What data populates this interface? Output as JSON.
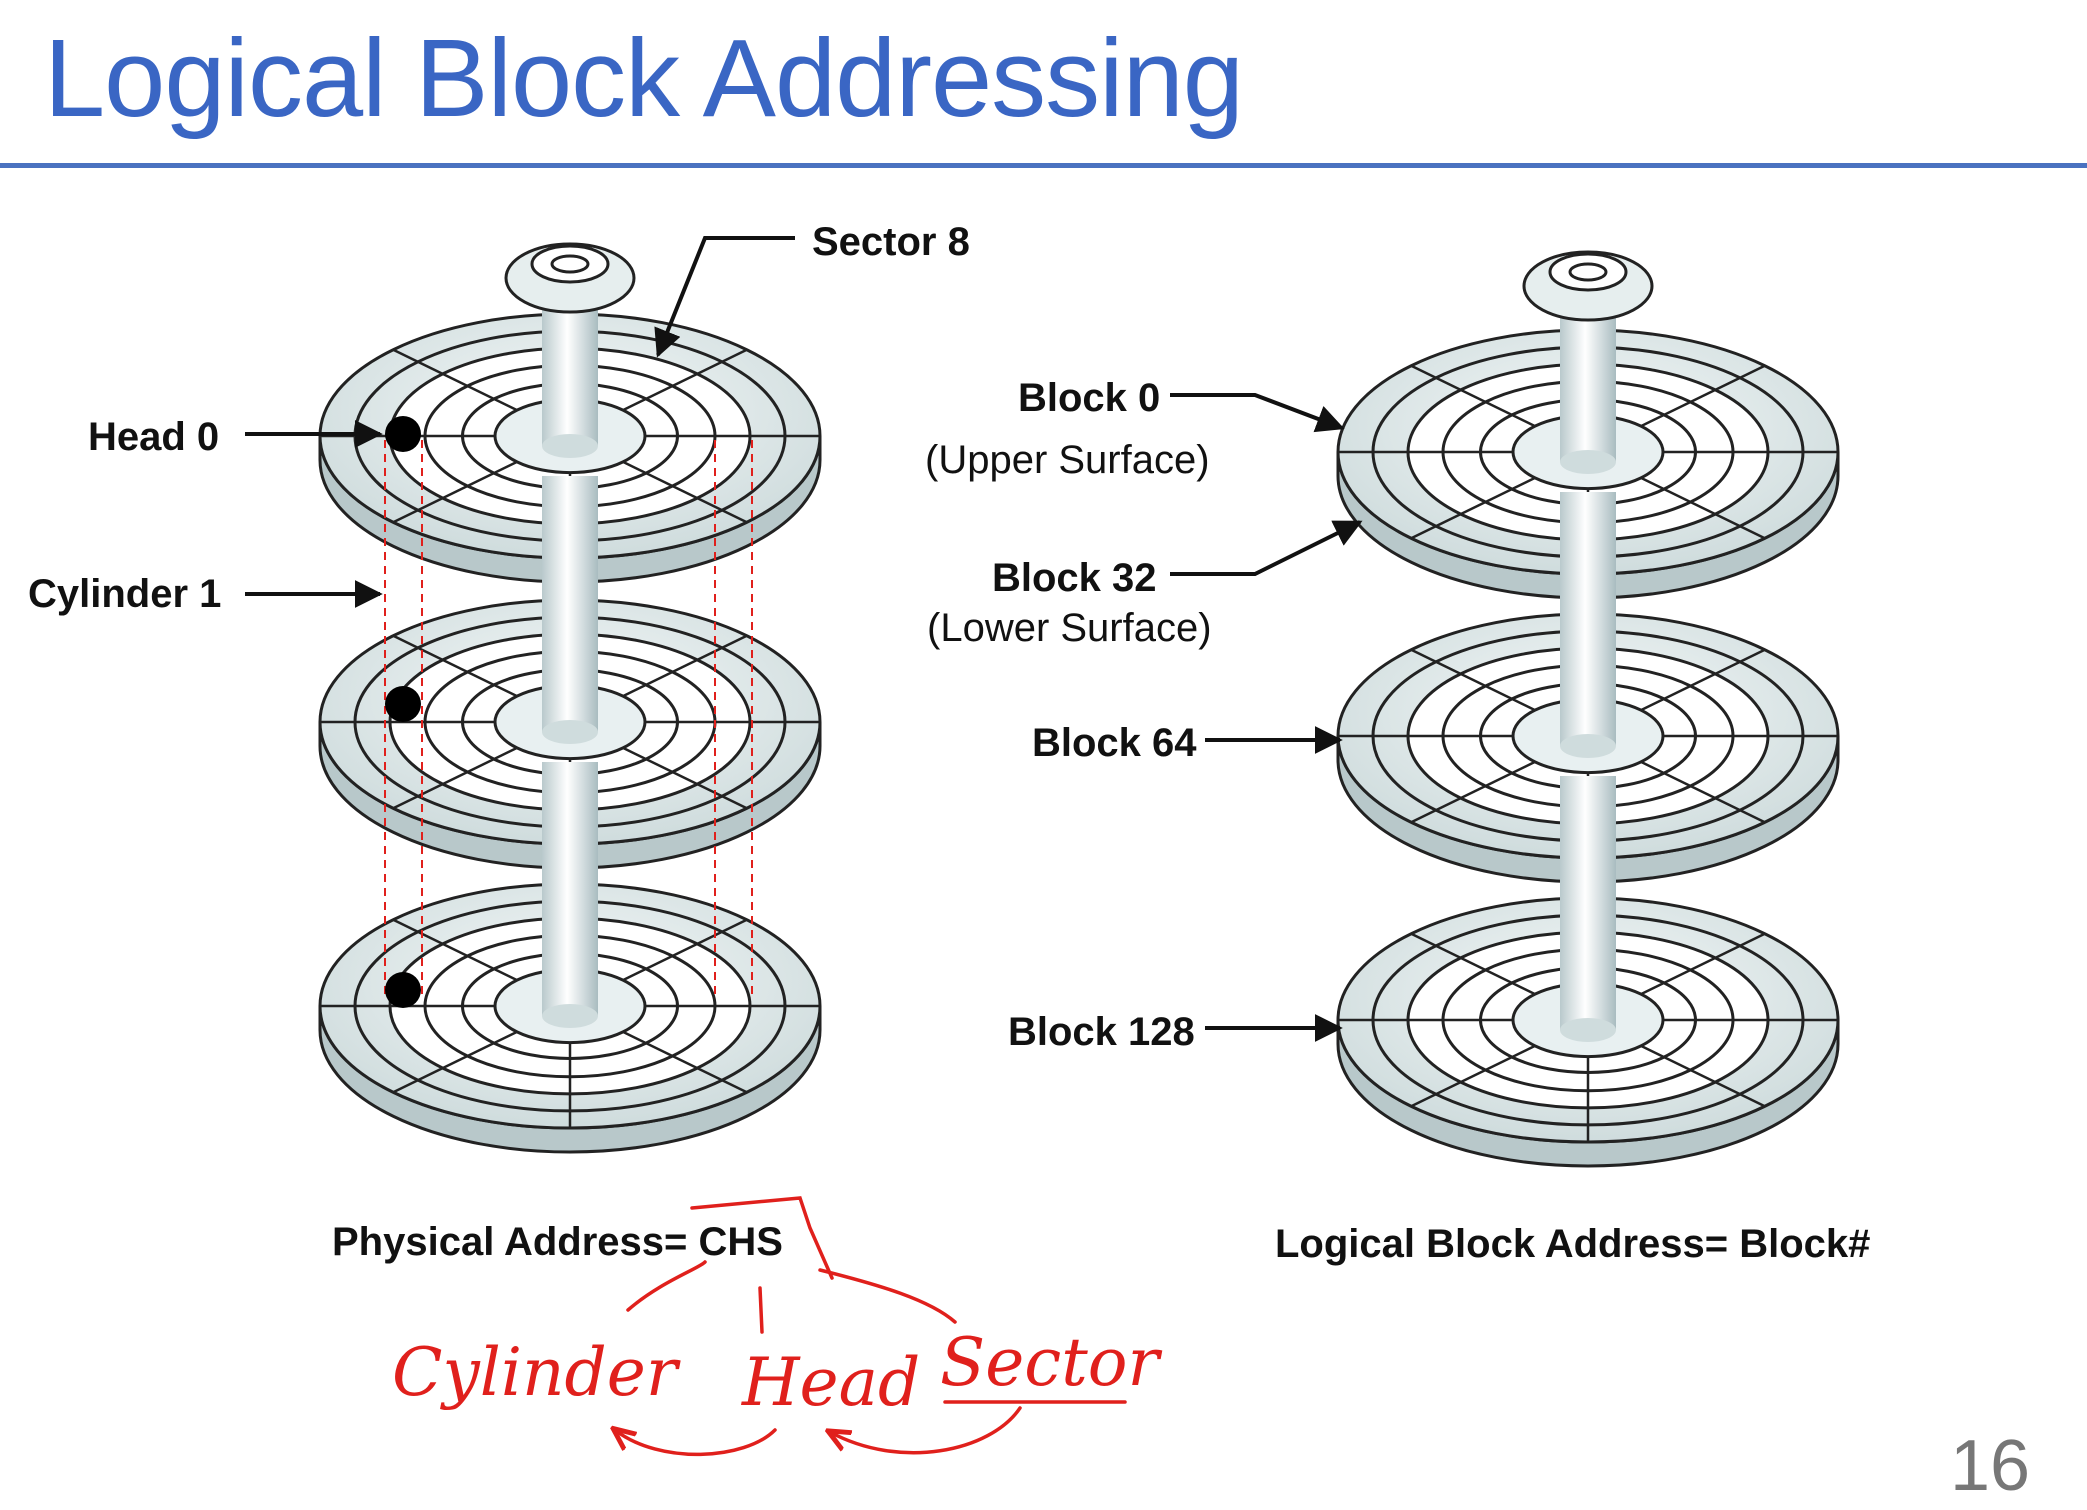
{
  "slide": {
    "title": "Logical Block Addressing",
    "page_number": "16"
  },
  "left_diagram": {
    "labels": {
      "sector": "Sector 8",
      "head": "Head 0",
      "cylinder": "Cylinder 1"
    },
    "caption": "Physical Address= CHS"
  },
  "right_diagram": {
    "labels": {
      "block0": "Block 0",
      "block0_note": "(Upper Surface)",
      "block32": "Block 32",
      "block32_note": "(Lower Surface)",
      "block64": "Block 64",
      "block128": "Block 128"
    },
    "caption": "Logical Block Address= Block#"
  },
  "handwriting": {
    "words": [
      "Cylinder",
      "Head",
      "Sector"
    ],
    "color": "#e0201c"
  },
  "colors": {
    "title": "#3a66c4",
    "rule": "#4a72c0",
    "platter": "#dfe9ea",
    "annotation": "#e0201c",
    "cylinder_guides": "#e0201c"
  }
}
